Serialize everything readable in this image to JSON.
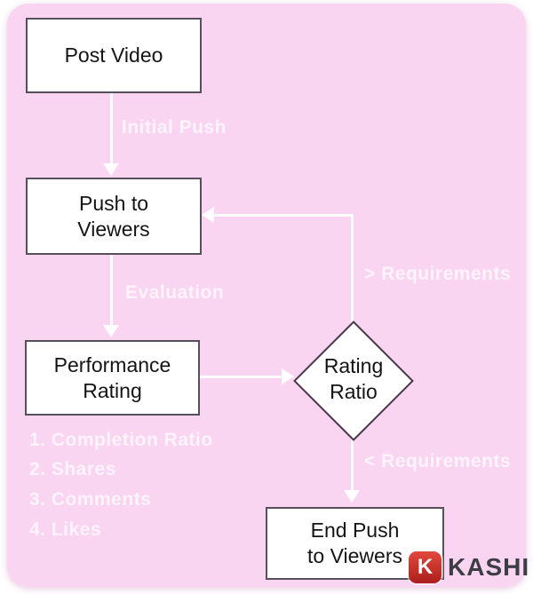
{
  "flowchart": {
    "nodes": {
      "post_video": {
        "lines": [
          "Post Video"
        ]
      },
      "push_to_viewers": {
        "lines": [
          "Push to",
          "Viewers"
        ]
      },
      "performance_rating": {
        "lines": [
          "Performance",
          "Rating"
        ]
      },
      "rating_ratio": {
        "lines": [
          "Rating",
          "Ratio"
        ]
      },
      "end_push": {
        "lines": [
          "End Push",
          "to Viewers"
        ]
      }
    },
    "edge_labels": {
      "initial_push": "Initial Push",
      "evaluation": "Evaluation",
      "gt_requirements": "> Requirements",
      "lt_requirements": "< Requirements"
    },
    "criteria": [
      "1. Completion Ratio",
      "2. Shares",
      "3. Comments",
      "4. Likes"
    ]
  },
  "logo": {
    "mark": "K",
    "text": "KASHI"
  },
  "colors": {
    "panel_pink": "#f9d5f2",
    "node_fill": "#ffffff",
    "node_border": "#56505c",
    "diamond_border": "#4a3548",
    "connector_white": "#ffffff",
    "logo_red": "#d03430",
    "logo_text_gray": "#3d3d45"
  }
}
